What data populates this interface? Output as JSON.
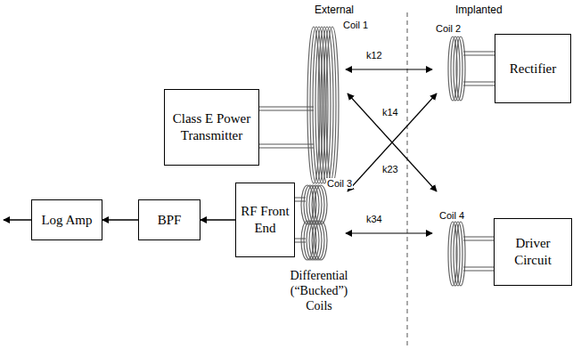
{
  "diagram": {
    "nodes": [
      {
        "text": [
          "Class E Power Transmitter"
        ]
      },
      {
        "text": [
          "Rectifier"
        ]
      },
      {
        "text": [
          "Log Amp"
        ]
      },
      {
        "text": [
          "BPF"
        ]
      },
      {
        "text": [
          "RF Front End"
        ]
      },
      {
        "text": [
          "Driver Circuit"
        ]
      }
    ],
    "edges": [
      {
        "from": 4,
        "to": 3,
        "arrow": "to"
      },
      {
        "from": 3,
        "to": 2,
        "arrow": "to"
      }
    ],
    "labels": [
      "External",
      "Implanted",
      "Coil 1",
      "Coil 2",
      "Coil 3",
      "Coil 4",
      "k12",
      "k14",
      "k23",
      "k34",
      "Differential (“Bucked”) Coils"
    ]
  }
}
